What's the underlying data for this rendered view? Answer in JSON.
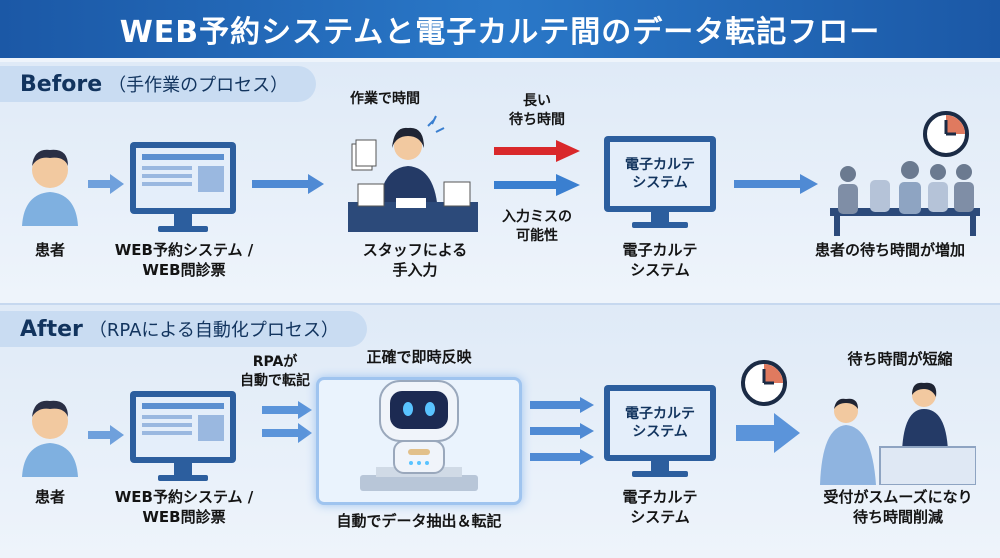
{
  "title": "WEB予約システムと電子カルテ間のデータ転記フロー",
  "before": {
    "label_main": "Before",
    "label_sub": "（手作業のプロセス）",
    "patient": "患者",
    "web_system": "WEB予約システム /",
    "web_system2": "WEB問診票",
    "work_time": "作業で時間",
    "staff": "スタッフによる",
    "staff2": "手入力",
    "long_wait": "長い",
    "long_wait2": "待ち時間",
    "input_error": "入力ミスの",
    "input_error2": "可能性",
    "emr_screen": "電子カルテ",
    "emr_screen2": "システム",
    "emr": "電子カルテ",
    "emr2": "システム",
    "waiting": "患者の待ち時間が増加"
  },
  "after": {
    "label_main": "After",
    "label_sub": "（RPAによる自動化プロセス）",
    "patient": "患者",
    "web_system": "WEB予約システム /",
    "web_system2": "WEB問診票",
    "rpa_auto": "RPAが",
    "rpa_auto2": "自動で転記",
    "accurate": "正確で即時反映",
    "extract": "自動でデータ抽出＆転記",
    "emr_screen": "電子カルテ",
    "emr_screen2": "システム",
    "emr": "電子カルテ",
    "emr2": "システム",
    "shorter": "待ち時間が短縮",
    "smooth": "受付がスムーズになり",
    "smooth2": "待ち時間削減"
  },
  "colors": {
    "title_bg": "#1b58a6",
    "arrow_blue": "#3a7fd0",
    "arrow_red": "#d9282b",
    "navy": "#1b3a66"
  }
}
